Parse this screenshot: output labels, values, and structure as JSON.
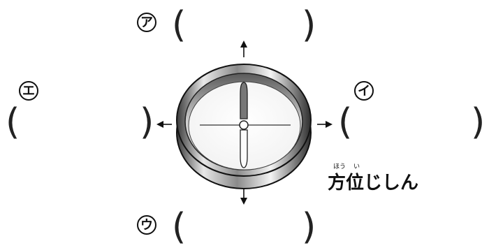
{
  "labels": {
    "north": "ア",
    "east": "イ",
    "south": "ウ",
    "west": "エ"
  },
  "caption": {
    "text": "方位じしん",
    "furigana_1": "ほう",
    "furigana_2": "い"
  },
  "blank_parenthesis": {
    "open": "(",
    "close": ")"
  }
}
